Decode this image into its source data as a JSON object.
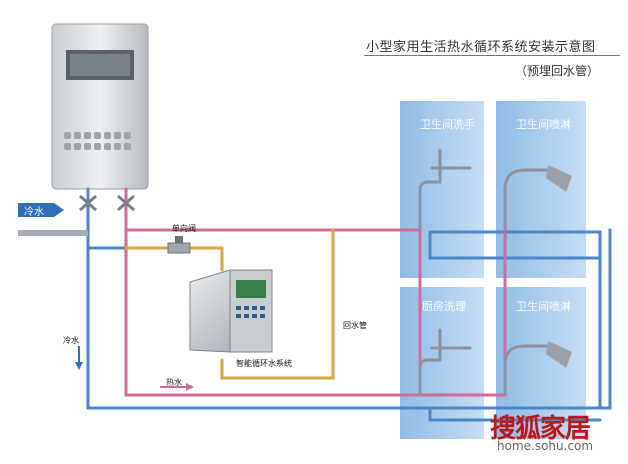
{
  "diagram": {
    "title": "小型家用生活热水循环系统安装示意图",
    "subtitle": "（预埋回水管）",
    "rooms": [
      {
        "label": "卫生间洗手"
      },
      {
        "label": "卫生间喷淋"
      },
      {
        "label": "厨房洗理"
      },
      {
        "label": "卫生间喷淋"
      }
    ],
    "labels": {
      "cold_water_inlet": "冷水",
      "cold_water_down": "冷水",
      "check_valve": "单向阀",
      "circulation_system": "智能循环水系统",
      "return_pipe": "回水管",
      "hot_water": "热水"
    },
    "watermark": {
      "brand": "搜狐家居",
      "url": "home.sohu.com"
    },
    "colors": {
      "cold_pipe": "#4a86c8",
      "hot_pipe": "#d46a9a",
      "return_pipe": "#d9a640",
      "room_panel": "#a9cdee",
      "brand_red": "#c0151b"
    }
  }
}
